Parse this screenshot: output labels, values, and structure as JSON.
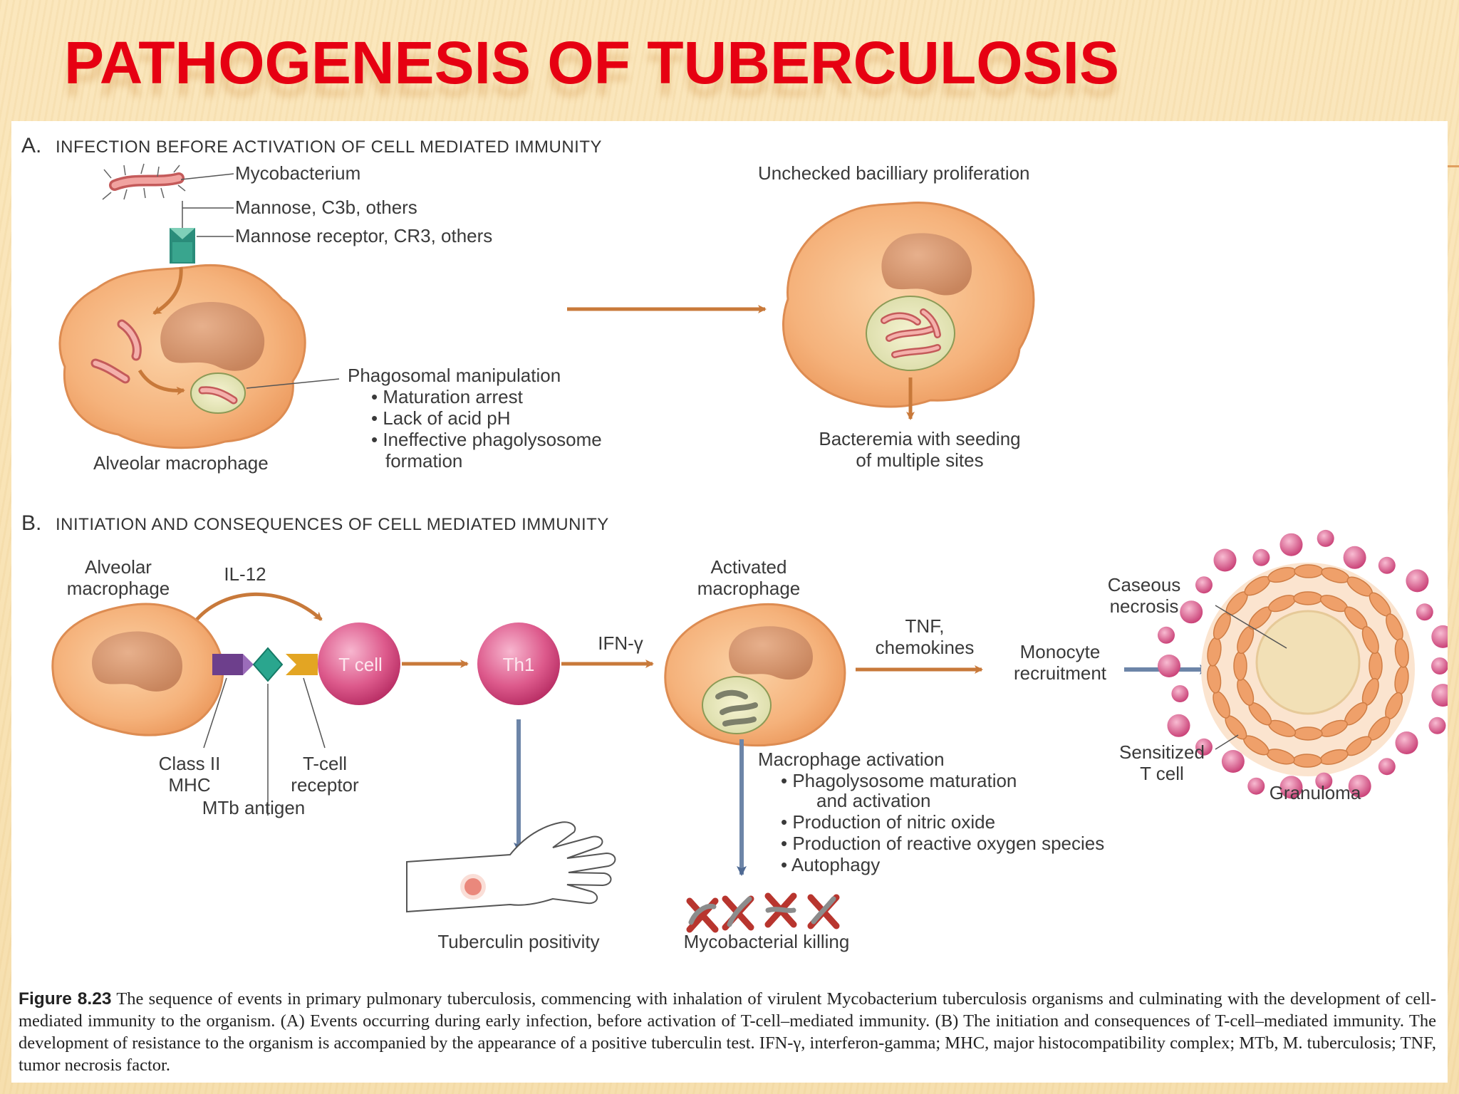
{
  "slide": {
    "title": "PATHOGENESIS OF TUBERCULOSIS"
  },
  "section_a": {
    "letter": "A.",
    "heading": "INFECTION BEFORE ACTIVATION OF CELL MEDIATED IMMUNITY",
    "labels": {
      "mycobacterium": "Mycobacterium",
      "mannose_c3b": "Mannose, C3b, others",
      "mannose_receptor": "Mannose receptor, CR3, others",
      "alveolar_macrophage": "Alveolar macrophage",
      "phagosomal_title": "Phagosomal manipulation",
      "phagosomal_items": [
        "• Maturation arrest",
        "• Lack of acid pH",
        "• Ineffective phagolysosome",
        "formation"
      ],
      "unchecked": "Unchecked bacilliary proliferation",
      "bacteremia_1": "Bacteremia with seeding",
      "bacteremia_2": "of multiple sites"
    }
  },
  "section_b": {
    "letter": "B.",
    "heading": "INITIATION AND CONSEQUENCES OF CELL MEDIATED IMMUNITY",
    "labels": {
      "alveolar_1": "Alveolar",
      "alveolar_2": "macrophage",
      "il12": "IL-12",
      "tcell": "T cell",
      "th1": "Th1",
      "ifn": "IFN-γ",
      "activated_1": "Activated",
      "activated_2": "macrophage",
      "tnf_1": "TNF,",
      "tnf_2": "chemokines",
      "monocyte_1": "Monocyte",
      "monocyte_2": "recruitment",
      "caseous_1": "Caseous",
      "caseous_2": "necrosis",
      "sensitized_1": "Sensitized",
      "sensitized_2": "T cell",
      "granuloma": "Granuloma",
      "class2_1": "Class II",
      "class2_2": "MHC",
      "tcr_1": "T-cell",
      "tcr_2": "receptor",
      "mtb_antigen": "MTb antigen",
      "activation_title": "Macrophage activation",
      "activation_items": [
        "• Phagolysosome maturation",
        "and activation",
        "• Production of nitric oxide",
        "• Production of reactive oxygen species",
        "• Autophagy"
      ],
      "tuberculin": "Tuberculin positivity",
      "killing": "Mycobacterial killing"
    }
  },
  "caption": {
    "figure_label": "Figure 8.23",
    "text": "The sequence of events in primary pulmonary tuberculosis, commencing with inhalation of virulent Mycobacterium tuberculosis organisms and culminating with the development of cell-mediated immunity to the organism. (A) Events occurring during early infection, before activation of T-cell–mediated immunity. (B) The initiation and consequences of T-cell–mediated immunity. The development of resistance to the organism is accompanied by the appearance of a positive tuberculin test. IFN-γ, interferon-gamma; MHC, major histocompatibility complex; MTb, M. tuberculosis; TNF, tumor necrosis factor."
  },
  "colors": {
    "title_red": "#e60012",
    "macrophage": "#f5b07a",
    "nucleus": "#d8956a",
    "tcell_pink": "#d9477e",
    "arrow_orange": "#c8793a",
    "arrow_blue": "#6d85a8"
  }
}
